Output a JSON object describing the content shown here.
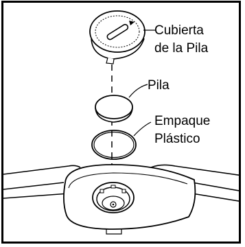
{
  "labels": {
    "cover_line1": "Cubierta",
    "cover_line2": "de la Pila",
    "battery": "Pila",
    "gasket_line1": "Empaque",
    "gasket_line2": "Plástico"
  },
  "colors": {
    "line": "#000000",
    "background": "#ffffff"
  }
}
